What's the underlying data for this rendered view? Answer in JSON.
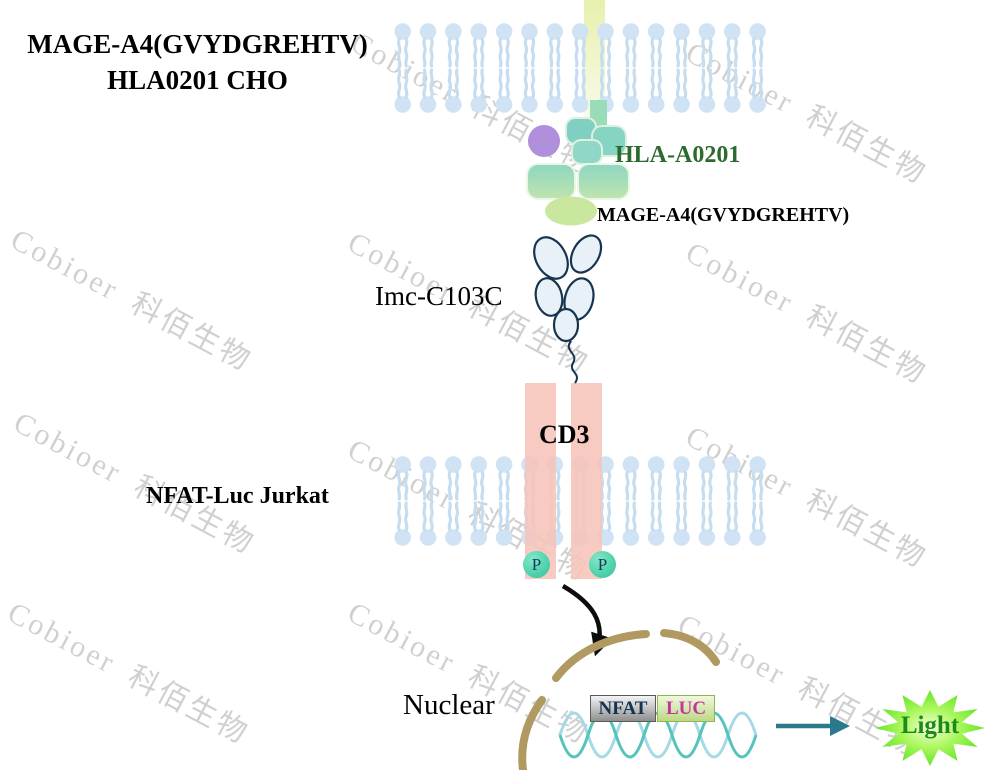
{
  "watermark": {
    "text": "Cobioer 科佰生物"
  },
  "cell_top": {
    "line1": "MAGE-A4(GVYDGREHTV)",
    "line2": "HLA0201 CHO"
  },
  "complex": {
    "hla_label": "HLA-A0201",
    "peptide_label": "MAGE-A4(GVYDGREHTV)"
  },
  "antibody": {
    "label": "Imc-C103C"
  },
  "receptor": {
    "label": "CD3"
  },
  "cell_bottom": {
    "label": "NFAT-Luc Jurkat"
  },
  "phosphorylation": {
    "label": "P"
  },
  "nucleus": {
    "label": "Nuclear",
    "nfat_label": "NFAT",
    "luc_label": "LUC"
  },
  "output": {
    "label": "Light"
  },
  "colors": {
    "hla_label_green": "#2d6a2d",
    "luc_magenta": "#c2379f",
    "light_text_green": "#1d8a1d",
    "membrane_blue": "#cfe3f4",
    "cd3_pink": "#f7c5bc",
    "phospho_teal": "#2fc298",
    "nucleus_tan": "#b09a62",
    "reporter_arrow_teal": "#2b7a8c",
    "star_green": "#6ff02e",
    "antibody_outline_navy": "#17344f",
    "hla_purple": "#b08fdc",
    "hla_teal": "#7fd0c2",
    "peptide_green": "#c9e79f"
  }
}
